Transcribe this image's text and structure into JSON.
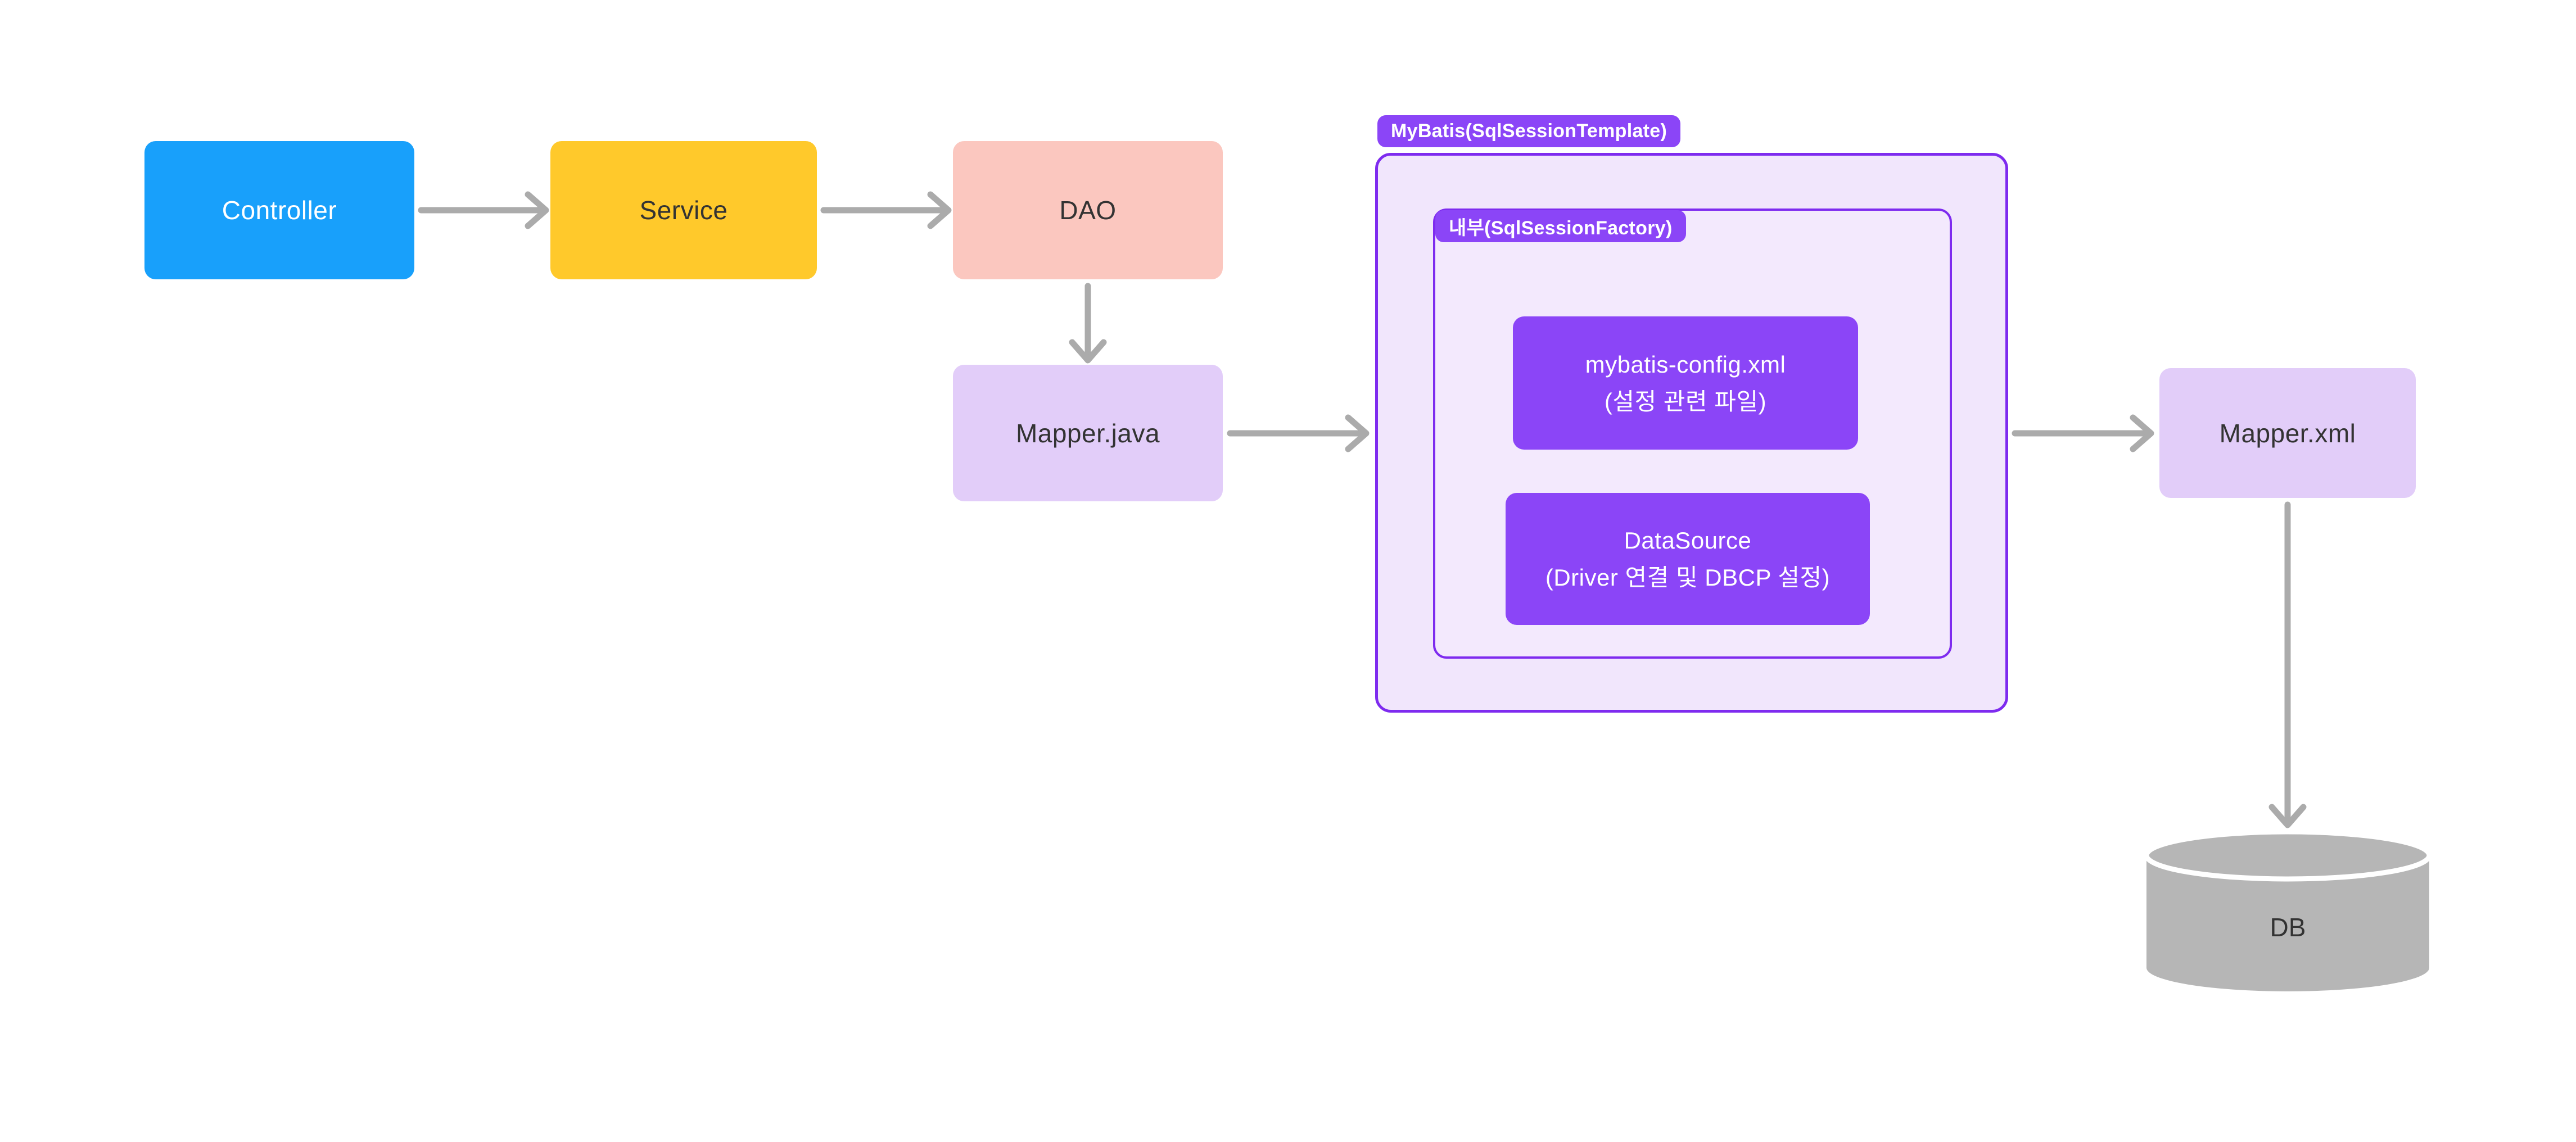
{
  "diagram_type": "architecture-flow",
  "nodes": {
    "controller": {
      "label": "Controller",
      "bg": "#18A0FB",
      "text_color": "#FFFFFF"
    },
    "service": {
      "label": "Service",
      "bg": "#FFC92B",
      "text_color": "#333333"
    },
    "dao": {
      "label": "DAO",
      "bg": "#FBC7BF",
      "text_color": "#333333"
    },
    "mapper_java": {
      "label": "Mapper.java",
      "bg": "#E2CDF9",
      "text_color": "#333333"
    },
    "mybatis_config": {
      "line1": "mybatis-config.xml",
      "line2": "(설정 관련 파일)",
      "bg": "#8B45F7",
      "text_color": "#FFFFFF"
    },
    "datasource": {
      "line1": "DataSource",
      "line2": "(Driver 연결 및 DBCP 설정)",
      "bg": "#8B45F7",
      "text_color": "#FFFFFF"
    },
    "mapper_xml": {
      "label": "Mapper.xml",
      "bg": "#E2CDF9",
      "text_color": "#333333"
    },
    "db": {
      "label": "DB",
      "shape": "cylinder",
      "bg": "#B6B6B6",
      "text_color": "#333333"
    }
  },
  "containers": {
    "mybatis": {
      "badge": "MyBatis(SqlSessionTemplate)",
      "border": "#7E2BEF",
      "fill": "#F1E6FC"
    },
    "factory": {
      "badge": "내부(SqlSessionFactory)",
      "border": "#7E2BEF",
      "fill": "#F3E9FD"
    }
  },
  "edges": [
    {
      "from": "controller",
      "to": "service",
      "direction": "right"
    },
    {
      "from": "service",
      "to": "dao",
      "direction": "right"
    },
    {
      "from": "dao",
      "to": "mapper_java",
      "direction": "down"
    },
    {
      "from": "mapper_java",
      "to": "mybatis",
      "direction": "right"
    },
    {
      "from": "mybatis",
      "to": "mapper_xml",
      "direction": "right"
    },
    {
      "from": "mapper_xml",
      "to": "db",
      "direction": "down"
    }
  ],
  "colors": {
    "canvas_bg": "#FFFFFF",
    "blue": "#18A0FB",
    "yellow": "#FFC92B",
    "salmon": "#FBC7BF",
    "lavender": "#E2CDF9",
    "accent": "#8B45F7",
    "accent_border": "#7E2BEF",
    "container_fill": "#F1E6FC",
    "container_inner_fill": "#F3E9FD",
    "arrow": "#ABABAB",
    "cylinder": "#B6B6B6",
    "text_dark": "#333333"
  }
}
